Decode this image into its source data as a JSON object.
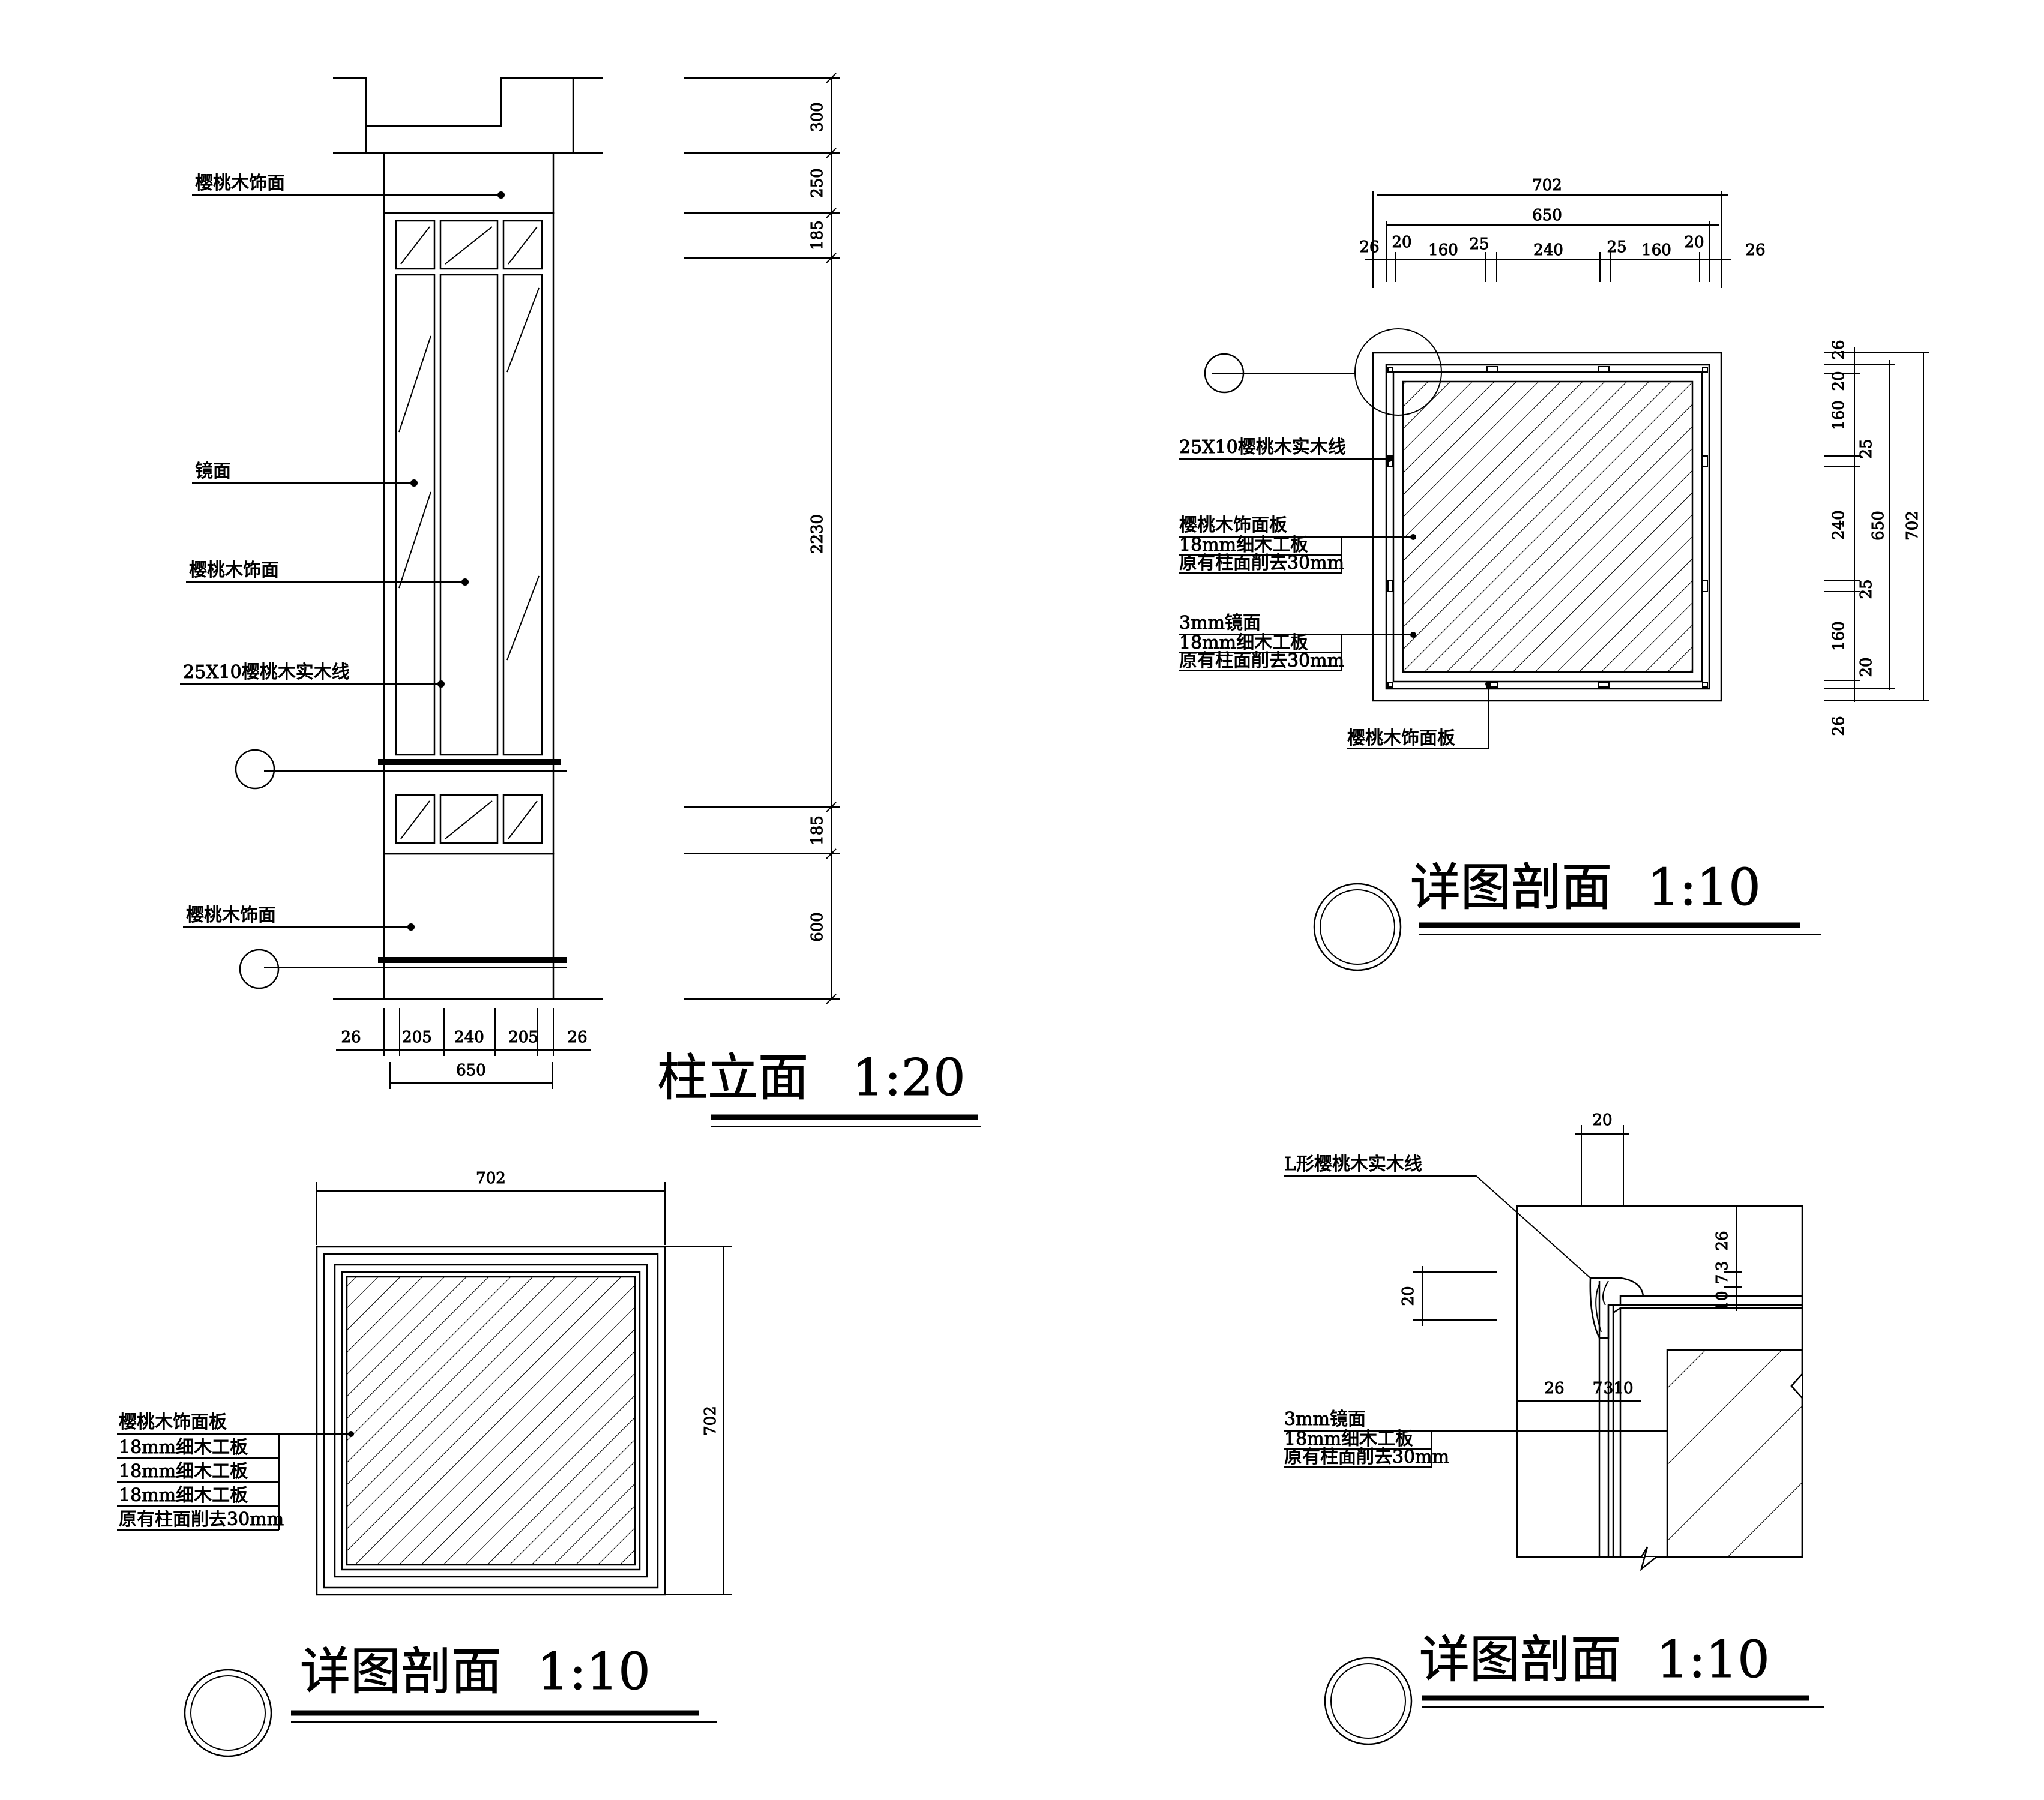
{
  "elevation": {
    "title": "柱立面",
    "scale": "1:20",
    "labels": {
      "cherry_face_top": "樱桃木饰面",
      "mirror": "镜面",
      "cherry_face_mid": "樱桃木饰面",
      "cherry_line": "25X10樱桃木实木线",
      "cherry_face_bottom": "樱桃木饰面"
    },
    "vertical_dims": [
      "300",
      "250",
      "185",
      "2230",
      "185",
      "600"
    ],
    "bottom_dims": [
      "26",
      "205",
      "240",
      "205",
      "26"
    ],
    "bottom_total": "650"
  },
  "section_top_right": {
    "title": "详图剖面",
    "scale": "1:10",
    "top_dims": {
      "total_outer": "702",
      "total_inner": "650",
      "parts": [
        "26",
        "20",
        "160",
        "25",
        "240",
        "25",
        "160",
        "20",
        "26"
      ]
    },
    "right_dims": {
      "parts": [
        "26",
        "20",
        "160",
        "25",
        "240",
        "25",
        "160",
        "20",
        "26"
      ],
      "total_inner": "650",
      "total_outer": "702"
    },
    "labels": {
      "line": "25X10樱桃木实木线",
      "g1_l1": "樱桃木饰面板",
      "g1_l2": "18mm细木工板",
      "g1_l3": "原有柱面削去30mm",
      "g2_l1": "3mm镜面",
      "g2_l2": "18mm细木工板",
      "g2_l3": "原有柱面削去30mm",
      "bottom": "樱桃木饰面板"
    }
  },
  "section_bottom_left": {
    "title": "详图剖面",
    "scale": "1:10",
    "top_dim": "702",
    "right_dim": "702",
    "labels": {
      "l1": "樱桃木饰面板",
      "l2": "18mm细木工板",
      "l3": "18mm细木工板",
      "l4": "18mm细木工板",
      "l5": "原有柱面削去30mm"
    }
  },
  "section_bottom_right": {
    "title": "详图剖面",
    "scale": "1:10",
    "labels": {
      "l_line": "L形樱桃木实木线",
      "mirror": "3mm镜面",
      "board": "18mm细木工板",
      "existing": "原有柱面削去30mm"
    },
    "dims": {
      "top": "20",
      "left": "20",
      "right_26": "26",
      "right_10": "10",
      "right_7": "7",
      "right_3": "3",
      "mid_26": "26",
      "mid_7": "7",
      "mid_3": "3",
      "mid_10": "10"
    }
  }
}
